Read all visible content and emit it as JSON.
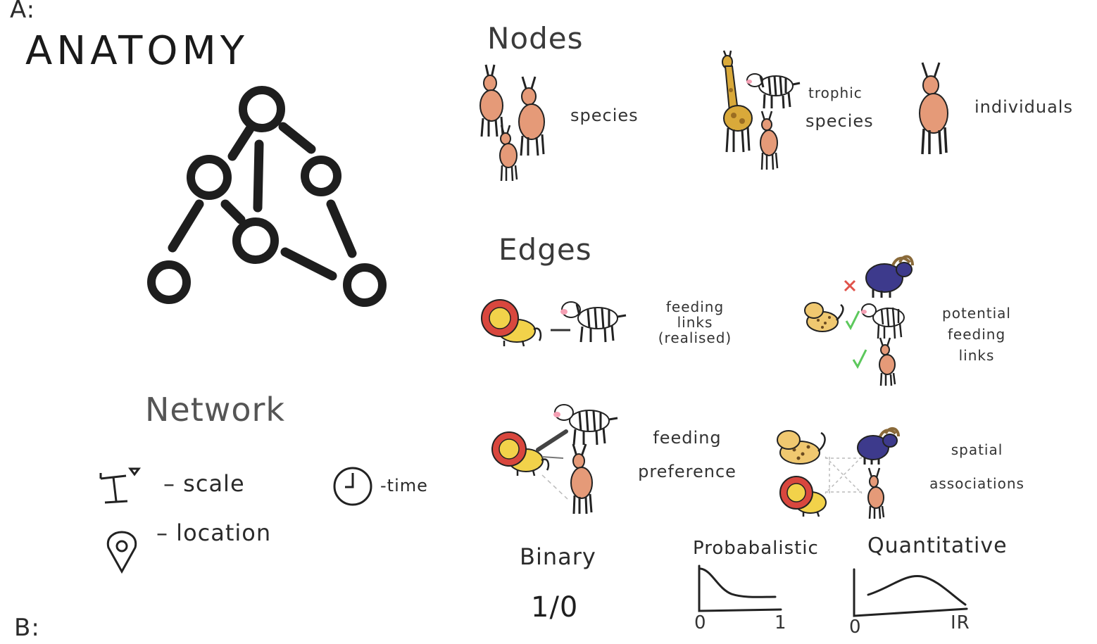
{
  "panel_a_label": "A:",
  "panel_b_label": "B:",
  "title": "ANATOMY",
  "nodes": {
    "heading": "Nodes",
    "species": "species",
    "trophic_species_1": "trophic",
    "trophic_species_2": "species",
    "individuals": "individuals"
  },
  "edges": {
    "heading": "Edges",
    "feeding_links_1": "feeding",
    "feeding_links_2": "links",
    "feeding_links_3": "(realised)",
    "potential_1": "potential",
    "potential_2": "feeding",
    "potential_3": "links",
    "preference_1": "feeding",
    "preference_2": "preference",
    "spatial_1": "spatial",
    "spatial_2": "associations"
  },
  "network": {
    "heading": "Network",
    "scale": "– scale",
    "time": "-time",
    "location": "– location"
  },
  "edge_types": {
    "binary": "Binary",
    "binary_value": "1/0",
    "probabilistic": "Probabalistic",
    "prob_x0": "0",
    "prob_x1": "1",
    "quantitative": "Quantitative",
    "quant_x0": "0",
    "quant_x1": "IR"
  },
  "colors": {
    "ink": "#1e1e1e",
    "antelope": "#e59a78",
    "lion_mane": "#d9473e",
    "lion_body": "#f2d24a",
    "buffalo": "#3d3a8c",
    "giraffe": "#d9a93a",
    "cross_red": "#e0524a",
    "check_green": "#5cc85c"
  },
  "icons": [
    "antelope-icon",
    "giraffe-icon",
    "zebra-icon",
    "lion-icon",
    "leopard-icon",
    "buffalo-icon",
    "cross-icon",
    "check-icon",
    "scale-icon",
    "clock-icon",
    "location-pin-icon"
  ]
}
